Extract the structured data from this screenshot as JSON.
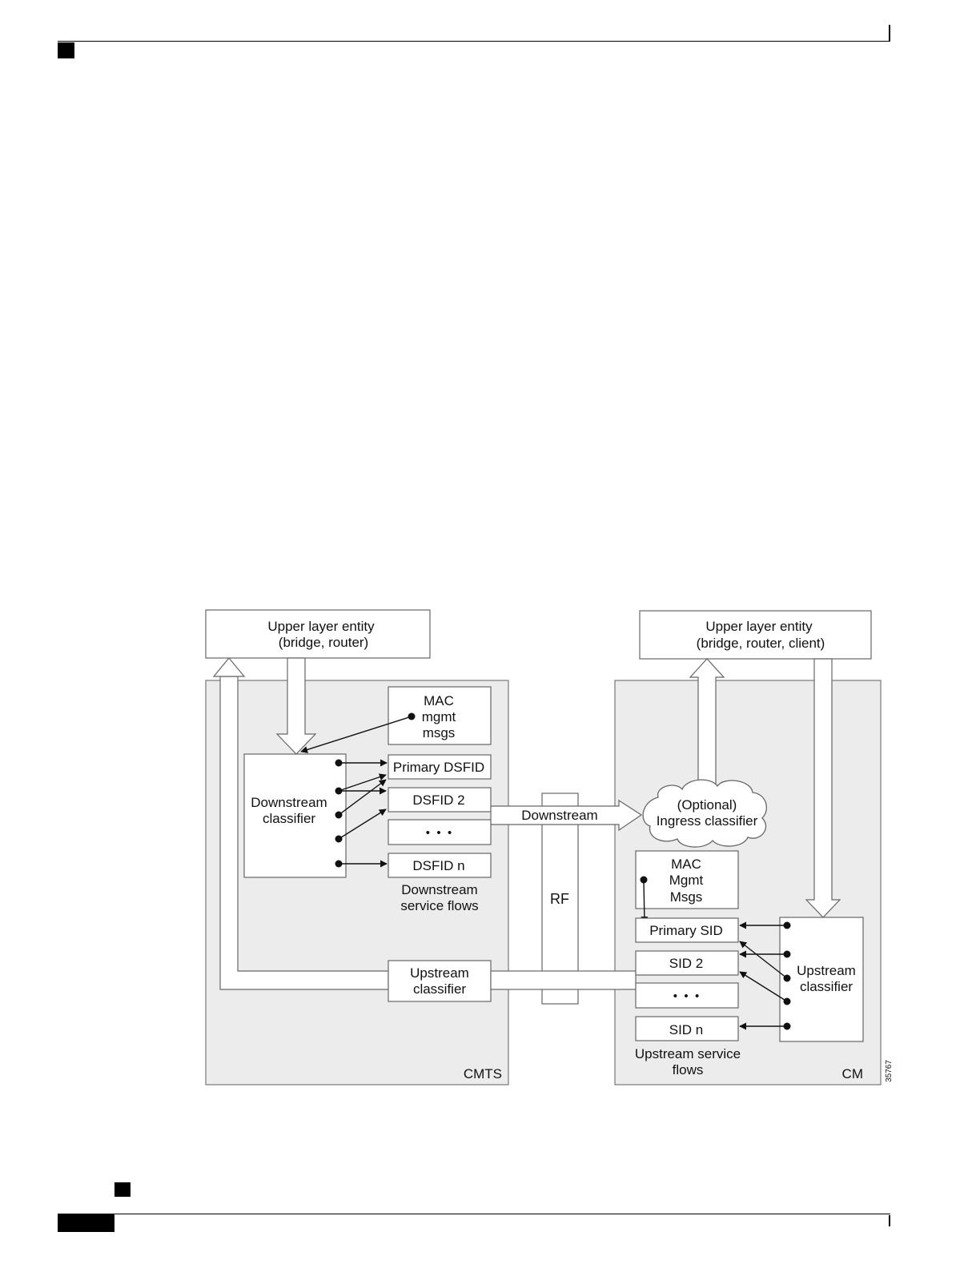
{
  "cmts": {
    "label": "CMTS",
    "upper_layer": {
      "line1": "Upper layer entity",
      "line2": "(bridge, router)"
    },
    "mac_mgmt": {
      "line1": "MAC",
      "line2": "mgmt",
      "line3": "msgs"
    },
    "downstream_classifier": {
      "line1": "Downstream",
      "line2": "classifier"
    },
    "flows": {
      "primary": "Primary DSFID",
      "second": "DSFID 2",
      "ellipsis": "•  •  •",
      "last": "DSFID n"
    },
    "flows_caption": {
      "line1": "Downstream",
      "line2": "service flows"
    },
    "upstream_classifier": {
      "line1": "Upstream",
      "line2": "classifier"
    }
  },
  "rf": {
    "label": "RF",
    "downstream_label": "Downstream"
  },
  "cm": {
    "label": "CM",
    "upper_layer": {
      "line1": "Upper layer entity",
      "line2": "(bridge, router, client)"
    },
    "ingress": {
      "line1": "(Optional)",
      "line2": "Ingress classifier"
    },
    "mac_mgmt": {
      "line1": "MAC",
      "line2": "Mgmt",
      "line3": "Msgs"
    },
    "flows": {
      "primary": "Primary SID",
      "second": "SID 2",
      "ellipsis": "•  •  •",
      "last": "SID n"
    },
    "flows_caption": {
      "line1": "Upstream service",
      "line2": "flows"
    },
    "upstream_classifier": {
      "line1": "Upstream",
      "line2": "classifier"
    }
  },
  "figure_id": "35767"
}
